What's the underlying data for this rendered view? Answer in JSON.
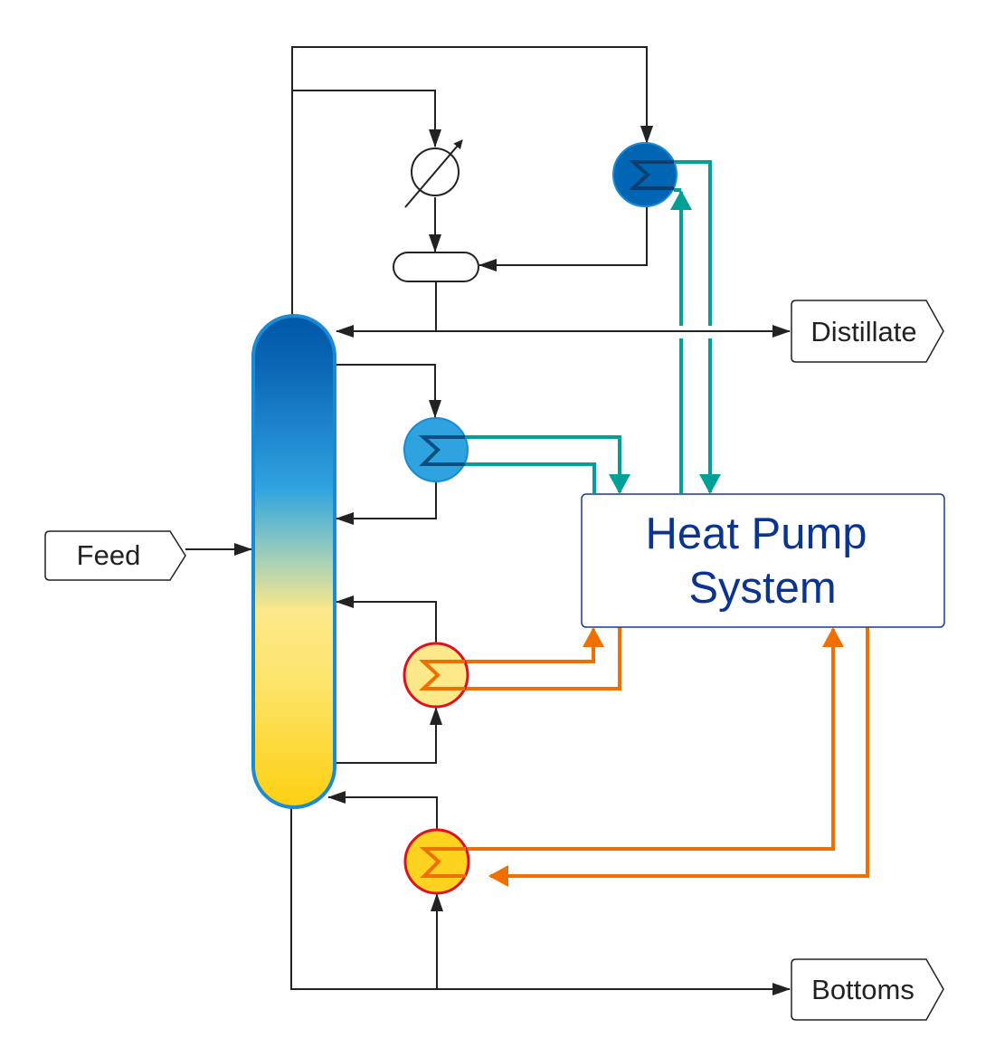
{
  "labels": {
    "feed": "Feed",
    "distillate": "Distillate",
    "bottoms": "Bottoms",
    "heat_pump_line1": "Heat Pump",
    "heat_pump_line2": "System"
  },
  "colors": {
    "column_top": "#0060b0",
    "column_mid": "#2a9fe0",
    "column_bottom": "#fdd318",
    "heat_pump_cold_stream": "#00a096",
    "heat_pump_hot_stream": "#ef7000",
    "heat_pump_text": "#0a3490",
    "hot_exchanger_border": "#e0101e"
  }
}
